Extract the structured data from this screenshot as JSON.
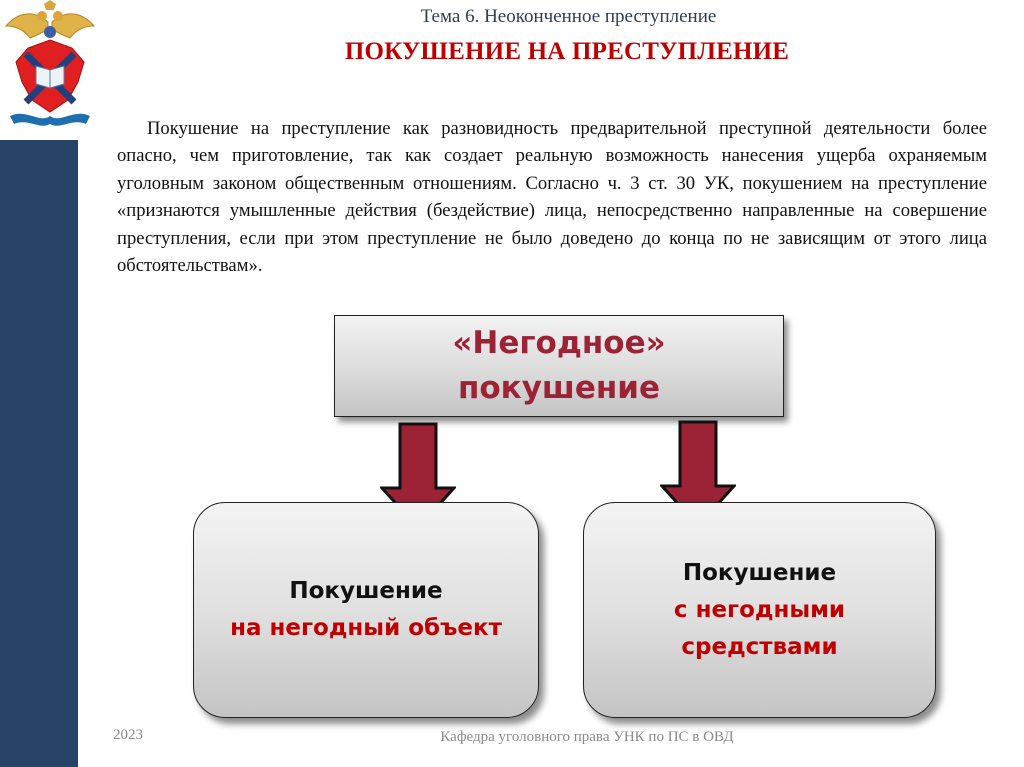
{
  "header": {
    "topic": "Тема 6. Неоконченное преступление",
    "title": "ПОКУШЕНИЕ НА ПРЕСТУПЛЕНИЕ"
  },
  "emblem": {
    "icon": "eagle-emblem-icon"
  },
  "body": {
    "paragraph": "Покушение на преступление как разновидность предварительной преступной деятельности более опасно, чем приготовление, так как создает реальную возможность нанесения ущерба охраняемым уголовным законом общественным отношениям. Согласно ч. 3 ст. 30 УК, покушением на преступление «признаются умышленные действия (бездействие) лица, непосредственно направленные на совершение преступления, если при этом преступление не было доведено до конца по не зависящим от этого лица обстоятельствам»."
  },
  "diagram": {
    "top_box": {
      "line1": "«Негодное»",
      "line2": "покушение"
    },
    "left_box": {
      "line1": "Покушение",
      "line2": "на негодный объект"
    },
    "right_box": {
      "line1": "Покушение",
      "line2": "с негодными",
      "line3": "средствами"
    },
    "colors": {
      "arrow": "#9b2335",
      "top_text": "#9b2335",
      "accent_red": "#c00000",
      "sidebar": "#274468"
    }
  },
  "footer": {
    "year": "2023",
    "department": "Кафедра уголовного права УНК по ПС в ОВД"
  }
}
